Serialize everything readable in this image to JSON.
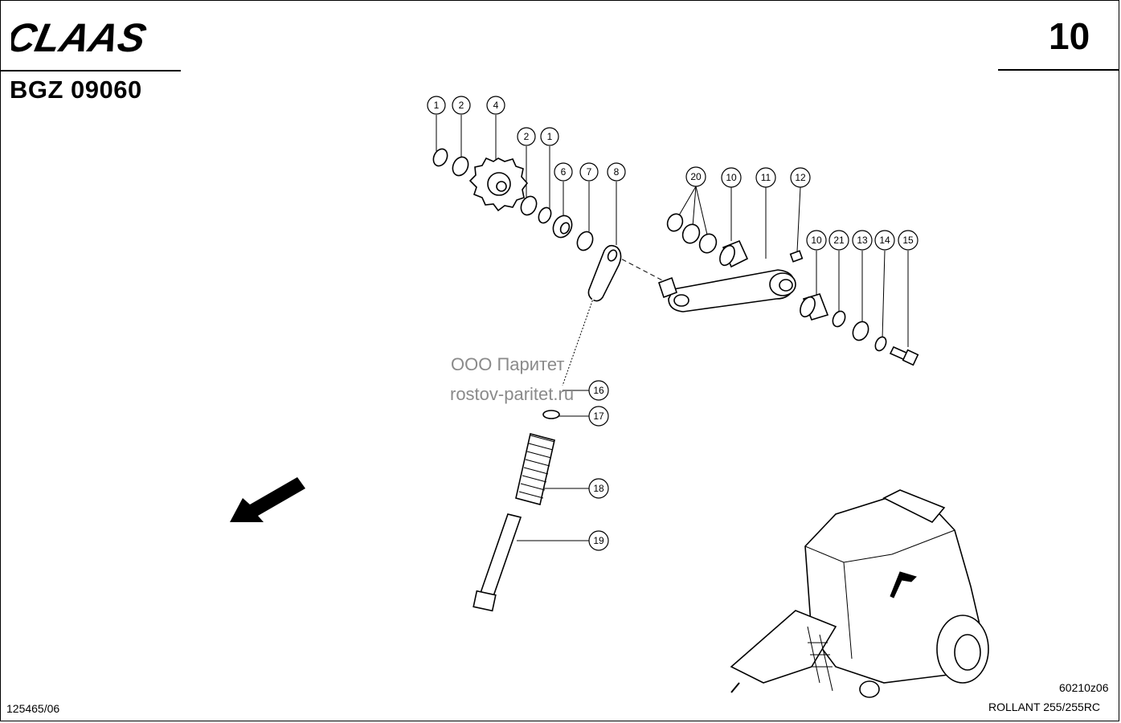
{
  "header": {
    "brand": "CLAAS",
    "group_code": "BGZ 09060",
    "page_number": "10"
  },
  "footer": {
    "document_number": "125465/06",
    "figure_code": "60210z06",
    "model": "ROLLANT 255/255RC"
  },
  "watermark": {
    "line1": "ООО Паритет",
    "line2": "rostov-paritet.ru"
  },
  "callouts": [
    "1",
    "2",
    "4",
    "2",
    "1",
    "6",
    "7",
    "8",
    "20",
    "10",
    "11",
    "12",
    "10",
    "21",
    "13",
    "14",
    "15",
    "16",
    "17",
    "18",
    "19"
  ]
}
